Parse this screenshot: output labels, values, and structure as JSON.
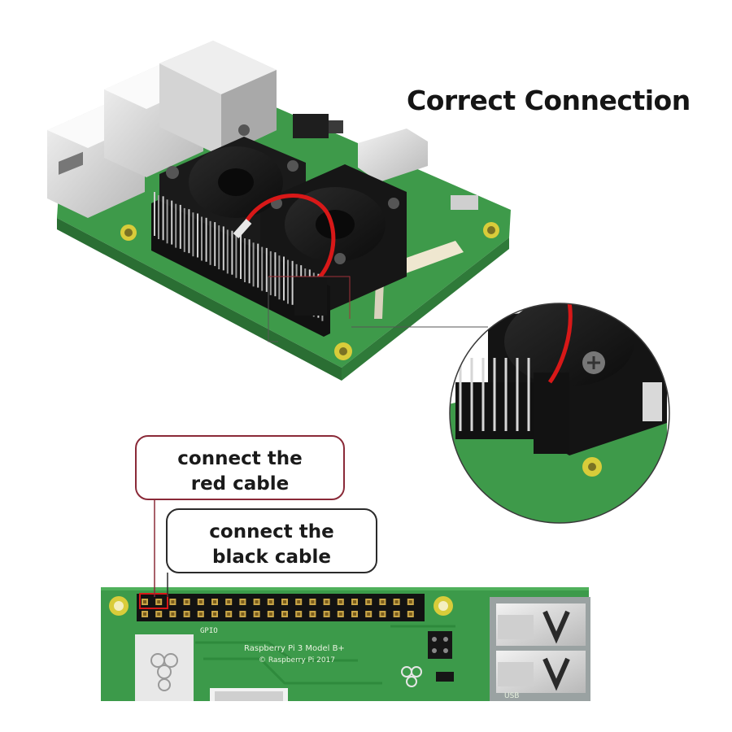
{
  "title": "Correct Connection",
  "callouts": {
    "red": {
      "line1": "connect the",
      "line2": "red cable"
    },
    "black": {
      "line1": "connect the",
      "line2": "black cable"
    }
  },
  "board_labels": {
    "gpio": "GPIO",
    "model": "Raspberry Pi 3 Model B+",
    "copyright": "© Raspberry Pi 2017",
    "usb": "USB"
  },
  "colors": {
    "pcb_green": "#3c9a4a",
    "red_cable": "#d81818",
    "black_cable": "#161616",
    "red_callout_border": "#8a2a38",
    "black_callout_border": "#2a2a2a"
  }
}
